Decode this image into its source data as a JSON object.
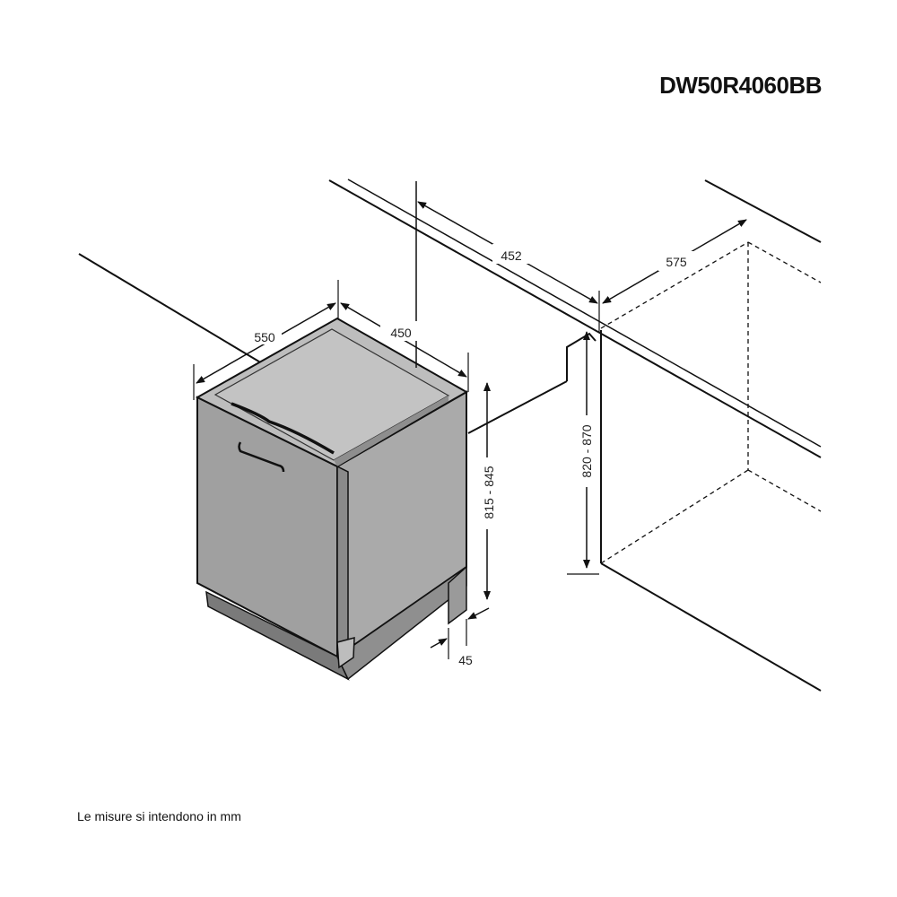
{
  "title": "DW50R4060BB",
  "footnote": "Le misure si intendono in mm",
  "dimensions": {
    "depth": "550",
    "width": "450",
    "cabinet_width": "452",
    "cabinet_depth": "575",
    "appliance_height": "815 - 845",
    "niche_height": "820 - 870",
    "plinth": "45"
  },
  "colors": {
    "appliance_front": "#9c9c9c",
    "appliance_side": "#a9a9a9",
    "appliance_top": "#bcbcbc",
    "lines": "#111111"
  }
}
